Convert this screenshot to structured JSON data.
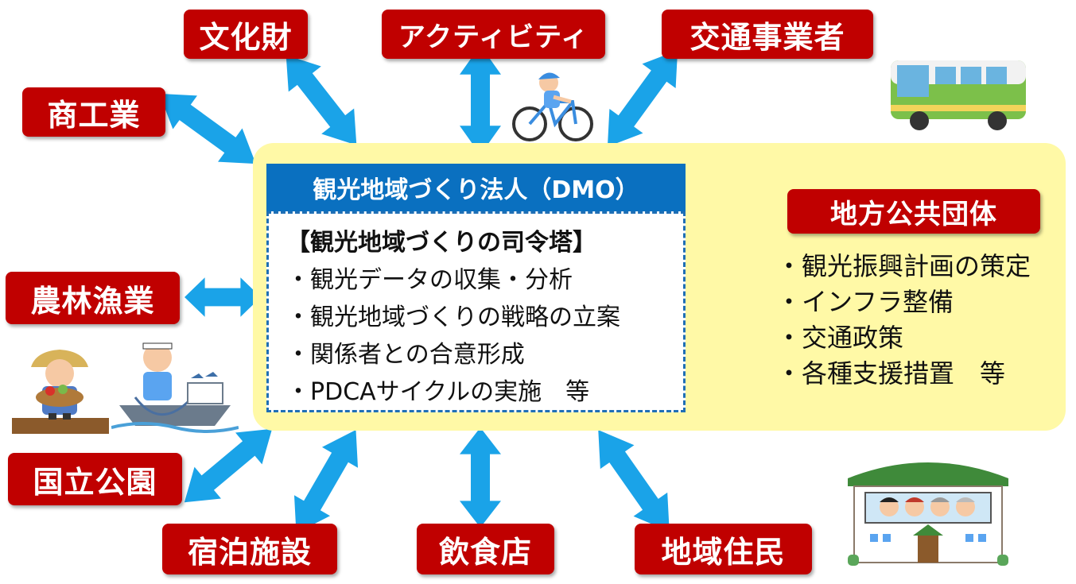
{
  "stakeholders": {
    "bunkazai": "文化財",
    "activity": "アクティビティ",
    "transport": "交通事業者",
    "commerce": "商工業",
    "agriculture": "農林漁業",
    "national_park": "国立公園",
    "lodging": "宿泊施設",
    "restaurant": "飲食店",
    "residents": "地域住民"
  },
  "dmo": {
    "title": "観光地域づくり法人（DMO）",
    "lead": "【観光地域づくりの司令塔】",
    "items": [
      "・観光データの収集・分析",
      "・観光地域づくりの戦略の立案",
      "・関係者との合意形成",
      "・PDCAサイクルの実施　等"
    ]
  },
  "government": {
    "title": "地方公共団体",
    "items": [
      "・観光振興計画の策定",
      "・インフラ整備",
      "・交通政策",
      "・各種支援措置　等"
    ]
  },
  "colors": {
    "tag": "#c00000",
    "dmo_header": "#0a70c0",
    "arrow": "#1aa3e8",
    "panel": "#fff9a6"
  },
  "icons": [
    "cyclist-illustration",
    "bus-illustration",
    "farmer-illustration",
    "fisherman-illustration",
    "house-residents-illustration"
  ]
}
